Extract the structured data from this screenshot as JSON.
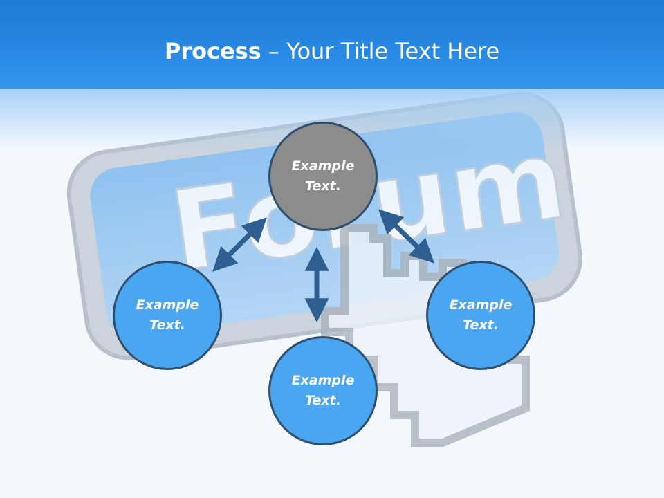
{
  "header": {
    "title_bold": "Process",
    "title_rest": " – Your Title Text Here"
  },
  "background": {
    "key_word": "Forum"
  },
  "nodes": [
    {
      "id": "center",
      "label": "Example\nText.",
      "color": "#8c8c8c"
    },
    {
      "id": "left",
      "label": "Example\nText.",
      "color": "#4aa6f0"
    },
    {
      "id": "bottom",
      "label": "Example\nText.",
      "color": "#4aa6f0"
    },
    {
      "id": "right",
      "label": "Example\nText.",
      "color": "#4aa6f0"
    }
  ],
  "arrows": [
    {
      "from": "center",
      "to": "left",
      "style": "double-headed"
    },
    {
      "from": "center",
      "to": "bottom",
      "style": "double-headed"
    },
    {
      "from": "center",
      "to": "right",
      "style": "double-headed"
    }
  ],
  "colors": {
    "header": "#2a8ce6",
    "arrow": "#2f5f91",
    "node_border": "#2f4f6e"
  }
}
